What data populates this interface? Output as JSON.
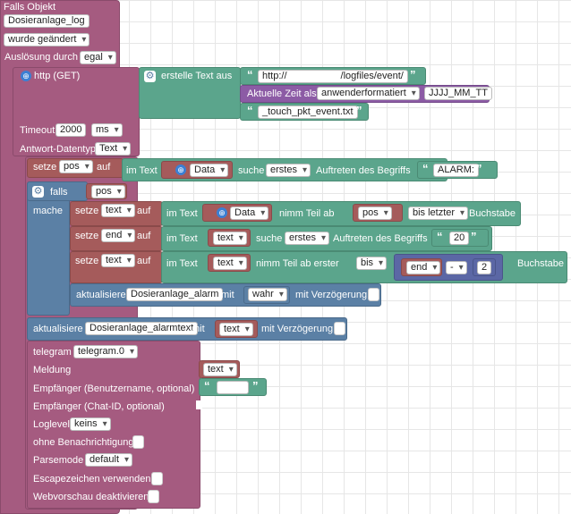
{
  "trigger": {
    "if_object_label": "Falls Objekt",
    "object_id": "Dosieranlage_log",
    "changed_option": "wurde geändert",
    "triggered_by_label": "Auslösung durch",
    "triggered_by_value": "egal"
  },
  "http": {
    "label": "http (GET)",
    "build_text_label": "erstelle Text aus",
    "url_part": "http://",
    "url_tail": "/logfiles/event/",
    "current_time_label": "Aktuelle Zeit als",
    "time_format_option": "anwenderformatiert",
    "time_format_value": "JJJJ_MM_TT",
    "suffix": "_touch_pkt_event.txt",
    "timeout_label": "Timeout",
    "timeout_value": "2000",
    "timeout_unit": "ms",
    "response_type_label": "Antwort-Datentyp",
    "response_type_value": "Text"
  },
  "set_pos": {
    "set_label": "setze",
    "var": "pos",
    "to_label": "auf",
    "in_text_label": "im Text",
    "data_var": "Data",
    "find_label": "suche",
    "find_option": "erstes",
    "occurrence_label": "Auftreten des Begriffs",
    "term": "ALARM:"
  },
  "if_block": {
    "if_label": "falls",
    "cond_var": "pos",
    "do_label": "mache"
  },
  "set_text1": {
    "set_label": "setze",
    "var": "text",
    "to_label": "auf",
    "in_text_label": "im Text",
    "data_var": "Data",
    "take_label": "nimm Teil ab",
    "pos_var": "pos",
    "until_option": "bis letzter",
    "char_label": "Buchstabe"
  },
  "set_end": {
    "set_label": "setze",
    "var": "end",
    "to_label": "auf",
    "in_text_label": "im Text",
    "text_var": "text",
    "find_label": "suche",
    "find_option": "erstes",
    "occurrence_label": "Auftreten des Begriffs",
    "term": "20"
  },
  "set_text2": {
    "set_label": "setze",
    "var": "text",
    "to_label": "auf",
    "in_text_label": "im Text",
    "text_var": "text",
    "take_label": "nimm Teil ab erster",
    "until_option": "bis",
    "end_var": "end",
    "operator": "-",
    "number": "2",
    "char_label": "Buchstabe"
  },
  "update_alarm": {
    "label": "aktualisiere",
    "object": "Dosieranlage_alarm",
    "with_label": "mit",
    "value": "wahr",
    "delay_label": "mit Verzögerung"
  },
  "update_alarmtext": {
    "label": "aktualisiere",
    "object": "Dosieranlage_alarmtext",
    "with_label": "mit",
    "value": "text",
    "delay_label": "mit Verzögerung"
  },
  "telegram": {
    "label": "telegram",
    "instance": "telegram.0",
    "message_label": "Meldung",
    "message_var": "text",
    "recipient_user_label": "Empfänger (Benutzername, optional)",
    "recipient_chat_label": "Empfänger (Chat-ID, optional)",
    "loglevel_label": "Loglevel",
    "loglevel_value": "keins",
    "no_notification_label": "ohne Benachrichtigung",
    "parsemode_label": "Parsemode",
    "parsemode_value": "default",
    "escape_label": "Escapezeichen verwenden",
    "no_preview_label": "Webvorschau deaktivieren"
  },
  "colors": {
    "event": "#a55b80",
    "control": "#5b80a5",
    "text": "#5ba58c",
    "variable": "#a55b5b",
    "math": "#5b67a5",
    "date": "#8c5ba5"
  }
}
